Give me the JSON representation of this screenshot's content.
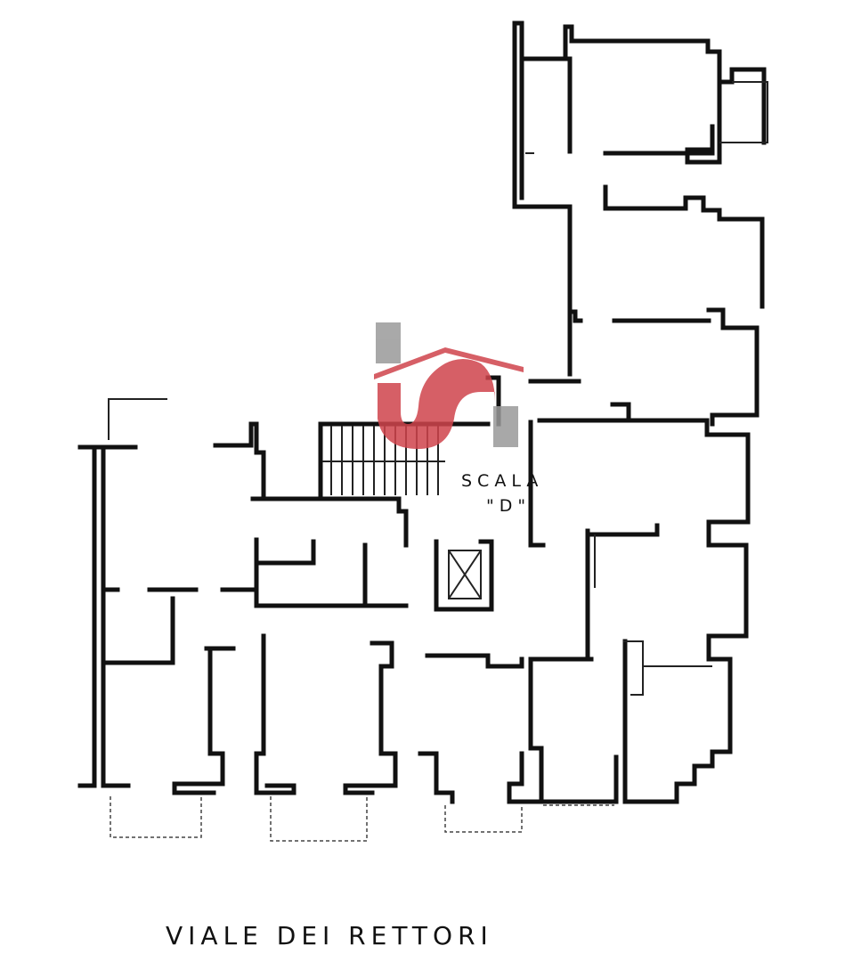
{
  "plan": {
    "stair_label_line1": "SCALA",
    "stair_label_line2": "\"D\"",
    "street_name": "VIALE DEI RETTORI"
  },
  "logo": {
    "mark": "watermark-logo",
    "colors": {
      "gray": "#9a9a9a",
      "red": "#d0444c"
    }
  },
  "colors": {
    "ink": "#111111",
    "paper": "#ffffff"
  }
}
